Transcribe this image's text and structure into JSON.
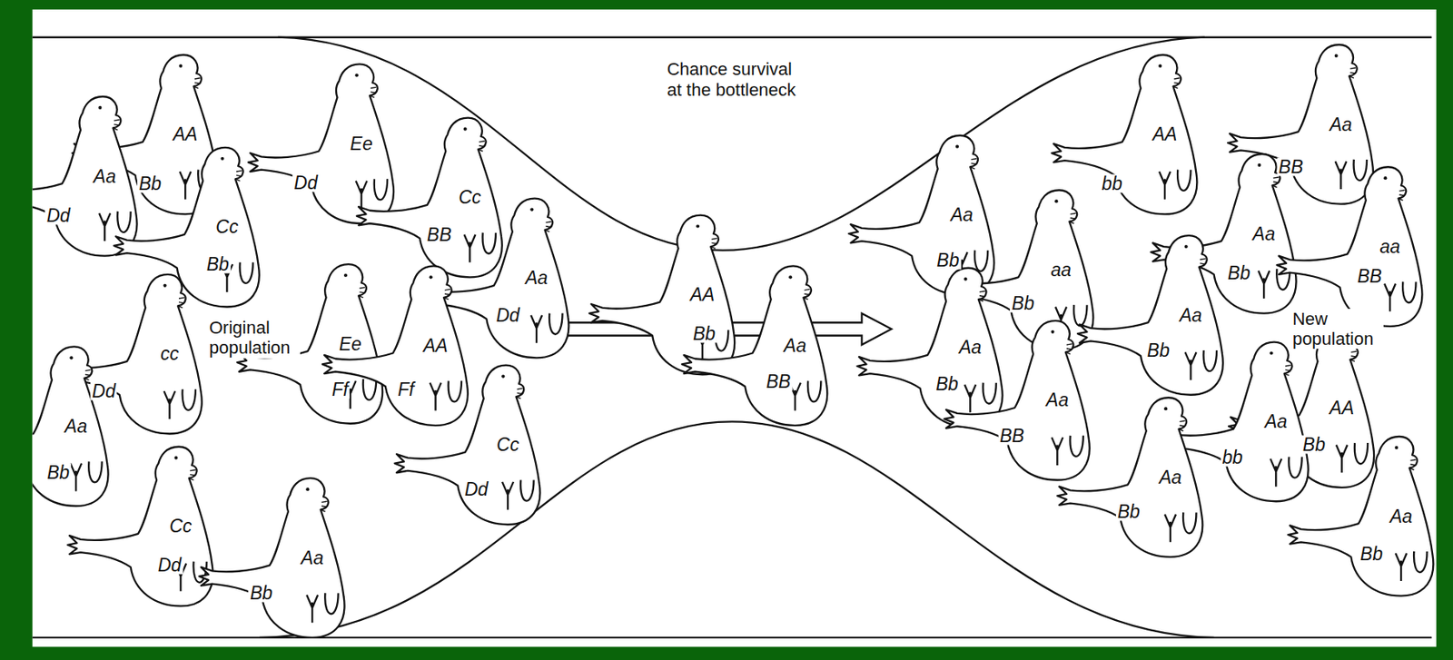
{
  "diagram": {
    "labels": [
      "AA",
      "Bb",
      "Aa",
      "Dd",
      "Ee",
      "Dd",
      "Cc",
      "BB",
      "Cc",
      "Bb",
      "Aa",
      "Dd",
      "cc",
      "Dd",
      "Original population",
      "Ee",
      "Ff",
      "AA",
      "Ff",
      "Aa",
      "Bb",
      "Cc",
      "Dd",
      "Cc",
      "Dd",
      "Aa",
      "Bb",
      "Chance survival at the bottleneck",
      "AA",
      "Bb",
      "Aa",
      "BB",
      "AA",
      "bb",
      "Aa",
      "BB",
      "Aa",
      "Bb",
      "aa",
      "Bb",
      "Aa",
      "Bb",
      "aa",
      "BB",
      "Aa",
      "Bb",
      "Aa",
      "Bb",
      "New population",
      "Aa",
      "BB",
      "Aa",
      "bb",
      "AA",
      "Bb",
      "Aa",
      "Bb",
      "Aa",
      "Bb"
    ]
  }
}
